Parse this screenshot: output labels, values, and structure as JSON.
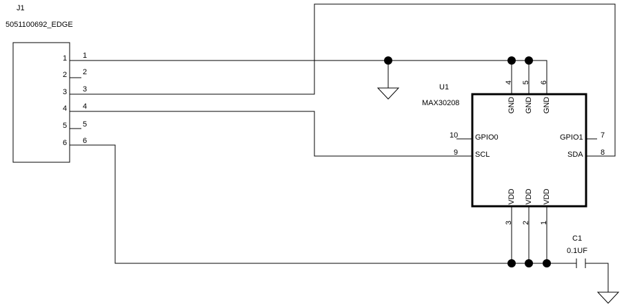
{
  "connector": {
    "refdes": "J1",
    "part": "5051100692_EDGE",
    "pins": [
      {
        "num": "1",
        "net": "1"
      },
      {
        "num": "2",
        "net": "2"
      },
      {
        "num": "3",
        "net": "3"
      },
      {
        "num": "4",
        "net": "4"
      },
      {
        "num": "5",
        "net": "5"
      },
      {
        "num": "6",
        "net": "6"
      }
    ]
  },
  "ic": {
    "refdes": "U1",
    "part": "MAX30208",
    "top_pins": [
      {
        "num": "4",
        "name": "GND"
      },
      {
        "num": "5",
        "name": "GND"
      },
      {
        "num": "6",
        "name": "GND"
      }
    ],
    "bottom_pins": [
      {
        "num": "3",
        "name": "VDD"
      },
      {
        "num": "2",
        "name": "VDD"
      },
      {
        "num": "1",
        "name": "VDD"
      }
    ],
    "left_pins": [
      {
        "num": "10",
        "name": "GPIO0"
      },
      {
        "num": "9",
        "name": "SCL"
      }
    ],
    "right_pins": [
      {
        "num": "7",
        "name": "GPIO1"
      },
      {
        "num": "8",
        "name": "SDA"
      }
    ]
  },
  "capacitor": {
    "refdes": "C1",
    "value": "0.1UF"
  }
}
